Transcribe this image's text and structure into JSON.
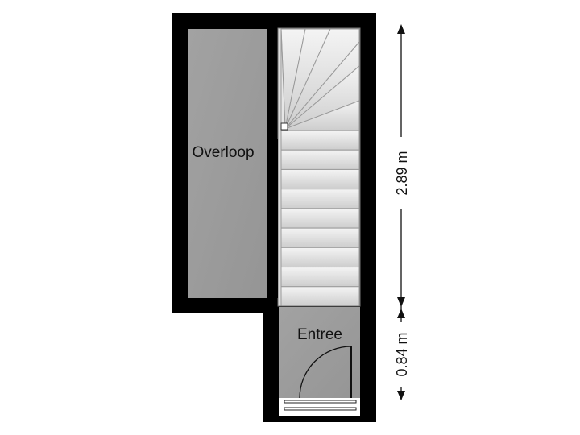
{
  "rooms": {
    "overloop": "Overloop",
    "entree": "Entree"
  },
  "dimensions": {
    "upper": "2.89 m",
    "lower": "0.84 m"
  },
  "colors": {
    "wall": "#000000",
    "floor": "#9b9b9b",
    "stair_light": "#f2f2f2",
    "stair_dark": "#cfcfcf",
    "line": "#111111"
  },
  "icons": [
    "staircase-icon",
    "door-swing-icon",
    "dimension-arrow-icon"
  ]
}
